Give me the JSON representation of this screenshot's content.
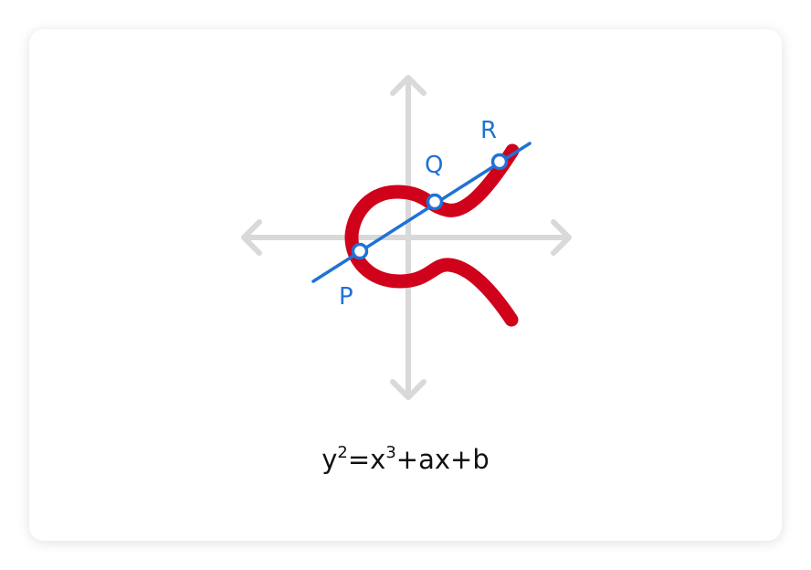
{
  "diagram": {
    "points": {
      "p": "P",
      "q": "Q",
      "r": "R"
    },
    "formula": {
      "y": "y",
      "y_exp": "2",
      "eq": "=x",
      "x_exp": "3",
      "rest": "+ax+b"
    },
    "colors": {
      "curve": "#d0021b",
      "line": "#1f72d6",
      "axes": "#d9d9d9"
    }
  }
}
